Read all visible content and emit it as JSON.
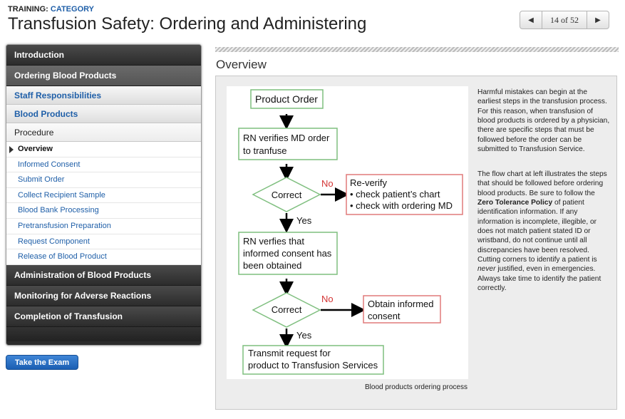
{
  "header": {
    "breadcrumb_prefix": "TRAINING:",
    "breadcrumb_category": "CATEGORY",
    "title": "Transfusion Safety: Ordering and Administering",
    "pager": {
      "prev_icon": "triangle-left-icon",
      "count": "14 of 52",
      "next_icon": "triangle-right-icon"
    }
  },
  "sidebar": {
    "sections": [
      {
        "label": "Introduction"
      },
      {
        "label": "Ordering Blood Products"
      }
    ],
    "subsections": [
      {
        "label": "Staff Responsibilities"
      },
      {
        "label": "Blood Products"
      },
      {
        "label": "Procedure"
      }
    ],
    "procedure_items": [
      {
        "label": "Overview"
      },
      {
        "label": "Informed Consent"
      },
      {
        "label": "Submit Order"
      },
      {
        "label": "Collect Recipient Sample"
      },
      {
        "label": "Blood Bank Processing"
      },
      {
        "label": "Pretransfusion Preparation"
      },
      {
        "label": "Request Component"
      },
      {
        "label": "Release of Blood Product"
      }
    ],
    "more_sections": [
      {
        "label": "Administration of Blood Products"
      },
      {
        "label": "Monitoring for Adverse Reactions"
      },
      {
        "label": "Completion of Transfusion"
      }
    ]
  },
  "exam_button": "Take the Exam",
  "content": {
    "section_title": "Overview",
    "figure_caption": "Blood products ordering process",
    "flowchart": {
      "product_order": "Product Order",
      "rn_verifies_1": "RN verifies MD order",
      "rn_verifies_2": "to tranfuse",
      "correct_1": "Correct",
      "no_1": "No",
      "yes_1": "Yes",
      "reverify_title": "Re-verify",
      "reverify_1": "• check patient’s chart",
      "reverify_2": "• check with ordering MD",
      "rn_consent_1": "RN verfies that",
      "rn_consent_2": "informed consent has",
      "rn_consent_3": "been obtained",
      "correct_2": "Correct",
      "no_2": "No",
      "yes_2": "Yes",
      "obtain_1": "Obtain informed",
      "obtain_2": "consent",
      "transmit_1": "Transmit request for",
      "transmit_2": "product to Transfusion Services",
      "box_color": "#7fbf7f",
      "alt_box_color": "#e07a7a",
      "no_color": "#d33333"
    },
    "para1": "Harmful mistakes can begin at the earliest steps in the transfusion process. For this reason, when transfusion of blood products is ordered by a physician, there are specific steps that must be followed before the order can be submitted to Transfusion Service.",
    "para2_a": "The flow chart at left illustrates the steps that should be followed before ordering blood products. Be sure to follow the",
    "para2_bold": "Zero Tolerance Policy",
    "para2_b": "of patient identification information. If any information is incomplete, illegible, or does not match patient stated ID or wristband, do not continue until all discrepancies have been resolved. Cutting corners to identify a patient is",
    "para2_em": "never",
    "para2_c": "justified, even in emergencies. Always take time to identify the patient correctly."
  }
}
